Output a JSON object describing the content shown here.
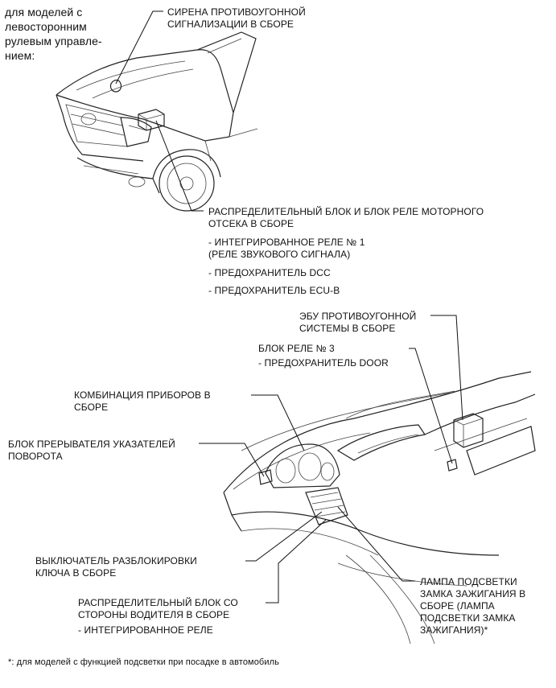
{
  "header": {
    "intro": "для моделей с\nлевосторонним\nрулевым управле-\nнием:"
  },
  "labels": {
    "siren": "СИРЕНА ПРОТИВОУГОННОЙ\nСИГНАЛИЗАЦИИ В СБОРЕ",
    "engine_block": "РАСПРЕДЕЛИТЕЛЬНЫЙ БЛОК И БЛОК РЕЛЕ МОТОРНОГО\nОТСЕКА В СБОРЕ",
    "engine_item_1": "- ИНТЕГРИРОВАННОЕ РЕЛЕ № 1\n (РЕЛЕ ЗВУКОВОГО СИГНАЛА)",
    "engine_item_2": "- ПРЕДОХРАНИТЕЛЬ DCC",
    "engine_item_3": "- ПРЕДОХРАНИТЕЛЬ ECU-B",
    "ecu": "ЭБУ ПРОТИВОУГОННОЙ\nСИСТЕМЫ В СБОРЕ",
    "relay3": "БЛОК РЕЛЕ № 3",
    "relay3_item": "- ПРЕДОХРАНИТЕЛЬ DOOR",
    "cluster": "КОМБИНАЦИЯ ПРИБОРОВ В\nСБОРЕ",
    "flasher": "БЛОК ПРЕРЫВАТЕЛЯ УКАЗАТЕЛЕЙ\nПОВОРОТА",
    "unlock_switch": "ВЫКЛЮЧАТЕЛЬ РАЗБЛОКИРОВКИ\nКЛЮЧА В СБОРЕ",
    "driver_block": "РАСПРЕДЕЛИТЕЛЬНЫЙ БЛОК СО\nСТОРОНЫ ВОДИТЕЛЯ В СБОРЕ",
    "driver_block_item": "- ИНТЕГРИРОВАННОЕ РЕЛЕ",
    "ignition_lamp": "ЛАМПА ПОДСВЕТКИ\nЗАМКА ЗАЖИГАНИЯ В\nСБОРЕ (ЛАМПА\nПОДСВЕТКИ ЗАМКА\nЗАЖИГАНИЯ)*"
  },
  "footnote": "*: для моделей с функцией подсветки при посадке в автомобиль"
}
